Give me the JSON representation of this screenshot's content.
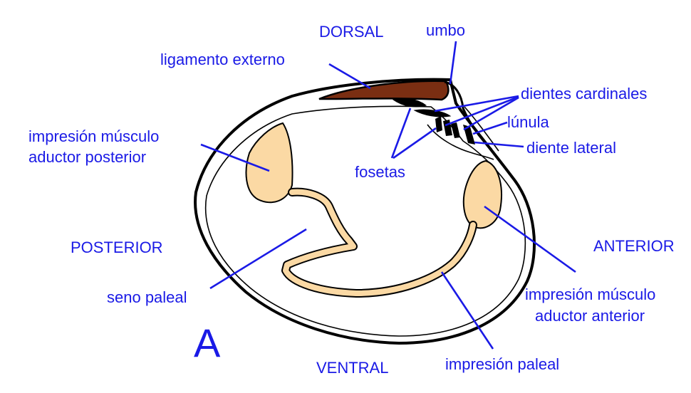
{
  "colors": {
    "label_blue": "#1a1ae6",
    "outline": "#000000",
    "ligament_brown": "#7a2e12",
    "muscle_scar_fill": "#fbd9a4",
    "shell_fill": "#ffffff"
  },
  "labels": {
    "dorsal": "DORSAL",
    "umbo": "umbo",
    "ligamento_externo": "ligamento externo",
    "dientes_cardinales": "dientes cardinales",
    "lunula": "lúnula",
    "diente_lateral": "diente lateral",
    "fosetas": "fosetas",
    "impresion_posterior_1": "impresión músculo",
    "impresion_posterior_2": "aductor posterior",
    "posterior": "POSTERIOR",
    "anterior": "ANTERIOR",
    "seno_paleal": "seno paleal",
    "impresion_anterior_1": "impresión músculo",
    "impresion_anterior_2": "aductor anterior",
    "impresion_paleal": "impresión paleal",
    "ventral": "VENTRAL",
    "figure_letter": "A"
  }
}
